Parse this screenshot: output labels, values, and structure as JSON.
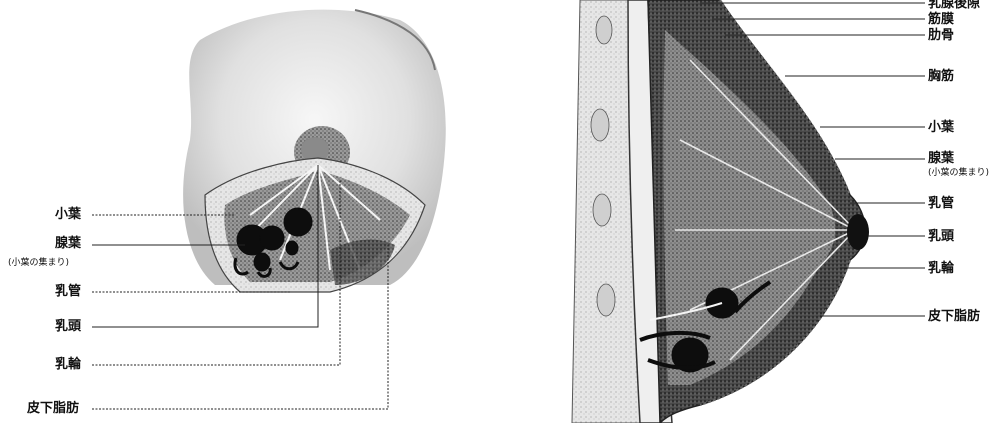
{
  "left_figure": {
    "labels": {
      "lobule": "小葉",
      "lobe": "腺葉",
      "lobe_note": "(小葉の集まり)",
      "duct": "乳管",
      "nipple": "乳頭",
      "areola": "乳輪",
      "fat": "皮下脂肪"
    }
  },
  "right_figure": {
    "labels": {
      "retromammary": "乳腺後隙",
      "fascia": "筋膜",
      "rib": "肋骨",
      "pectoral": "胸筋",
      "lobule": "小葉",
      "lobe": "腺葉",
      "lobe_note": "(小葉の集まり)",
      "duct": "乳管",
      "nipple": "乳頭",
      "areola": "乳輪",
      "fat": "皮下脂肪"
    }
  },
  "colors": {
    "ink": "#111111",
    "tissue_dark": "#2a2a2a",
    "tissue_mid": "#6b6b6b",
    "tissue_light": "#bdbdbd",
    "skin_shadow": "#d8d8d8"
  }
}
